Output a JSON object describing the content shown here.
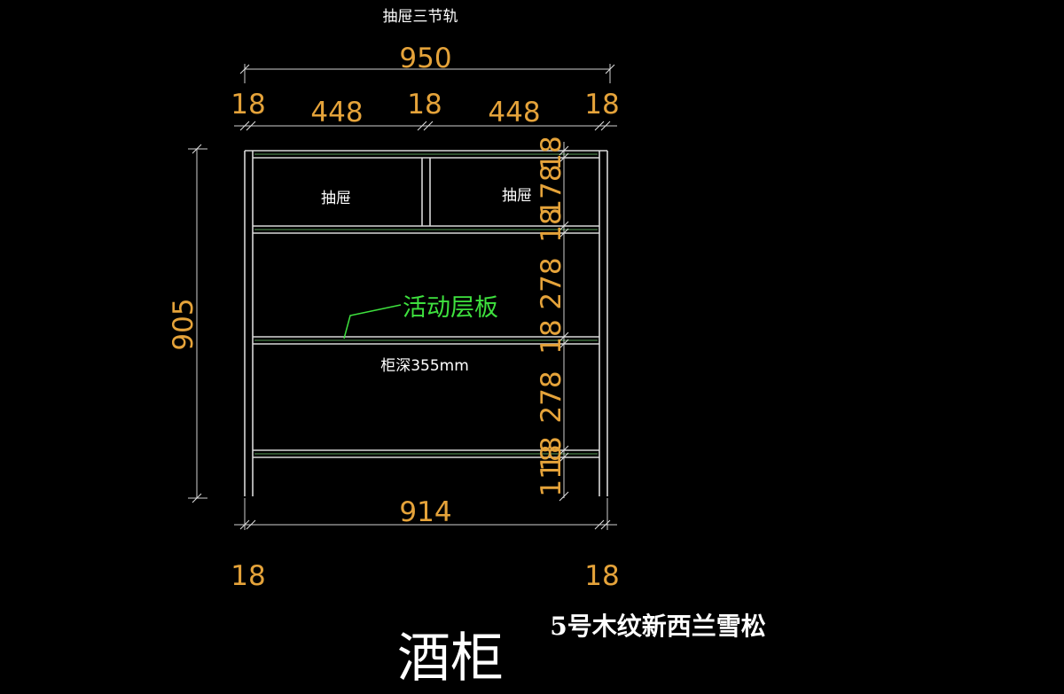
{
  "colors": {
    "background": "#000000",
    "dimension_text": "#e5a33a",
    "dimension_line": "#cfcfcf",
    "cabinet_line": "#d8d8d8",
    "annotation_green": "#3ee13e",
    "label_white": "#ffffff"
  },
  "labels": {
    "drawer_rail": "抽屉三节轨",
    "drawer_left": "抽屉",
    "drawer_right": "抽屉",
    "adjustable_shelf": "活动层板",
    "cabinet_depth": "柜深355mm",
    "title": "酒柜",
    "material": "5号木纹新西兰雪松"
  },
  "dimensions": {
    "overall_width": "950",
    "top_segments": [
      "18",
      "448",
      "18",
      "448",
      "18"
    ],
    "overall_height": "905",
    "right_stack": [
      "18",
      "178",
      "18",
      "278",
      "18",
      "278",
      "18",
      "118"
    ],
    "inner_width": "914",
    "bottom_left": "18",
    "bottom_right": "18"
  }
}
